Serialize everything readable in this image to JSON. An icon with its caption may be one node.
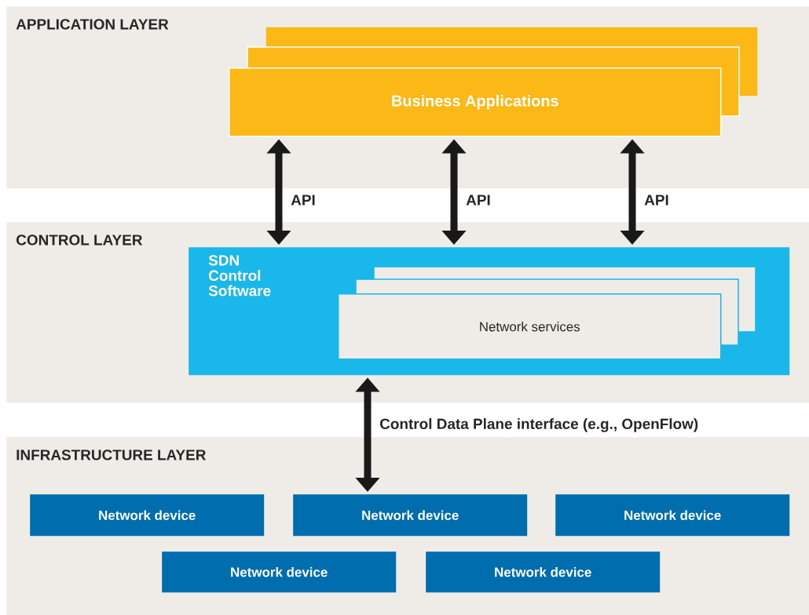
{
  "diagram": {
    "nodes": [
      {
        "text": [
          "APPLICATION LAYER"
        ]
      },
      {
        "text": [
          "Business Applications"
        ],
        "in": 0
      },
      {
        "text": [
          "CONTROL LAYER"
        ]
      },
      {
        "text": [
          "SDN Control Software"
        ],
        "in": 2
      },
      {
        "text": [
          "Network services"
        ],
        "in": 3
      },
      {
        "text": [
          "INFRASTRUCTURE LAYER"
        ]
      },
      {
        "text": [
          "Network device"
        ],
        "in": 5
      },
      {
        "text": [
          "Network device"
        ],
        "in": 5
      },
      {
        "text": [
          "Network device"
        ],
        "in": 5
      },
      {
        "text": [
          "Network device"
        ],
        "in": 5
      },
      {
        "text": [
          "Network device"
        ],
        "in": 5
      }
    ],
    "edges": [
      {
        "from": 1,
        "to": 3,
        "arrow": "both",
        "label": "API"
      },
      {
        "from": 1,
        "to": 3,
        "arrow": "both",
        "label": "API"
      },
      {
        "from": 1,
        "to": 3,
        "arrow": "both",
        "label": "API"
      },
      {
        "from": 3,
        "to": 7,
        "arrow": "both",
        "label": "Control Data Plane interface (e.g., OpenFlow)"
      }
    ]
  }
}
